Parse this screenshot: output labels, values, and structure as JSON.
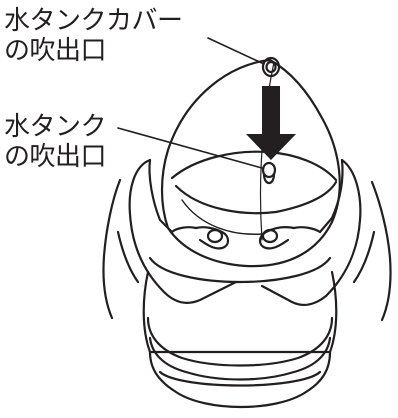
{
  "labels": {
    "cover_outlet": {
      "line1": "水タンクカバー",
      "line2": "の吹出口"
    },
    "tank_outlet": {
      "line1": "水タンク",
      "line2": "の吹出口"
    }
  }
}
